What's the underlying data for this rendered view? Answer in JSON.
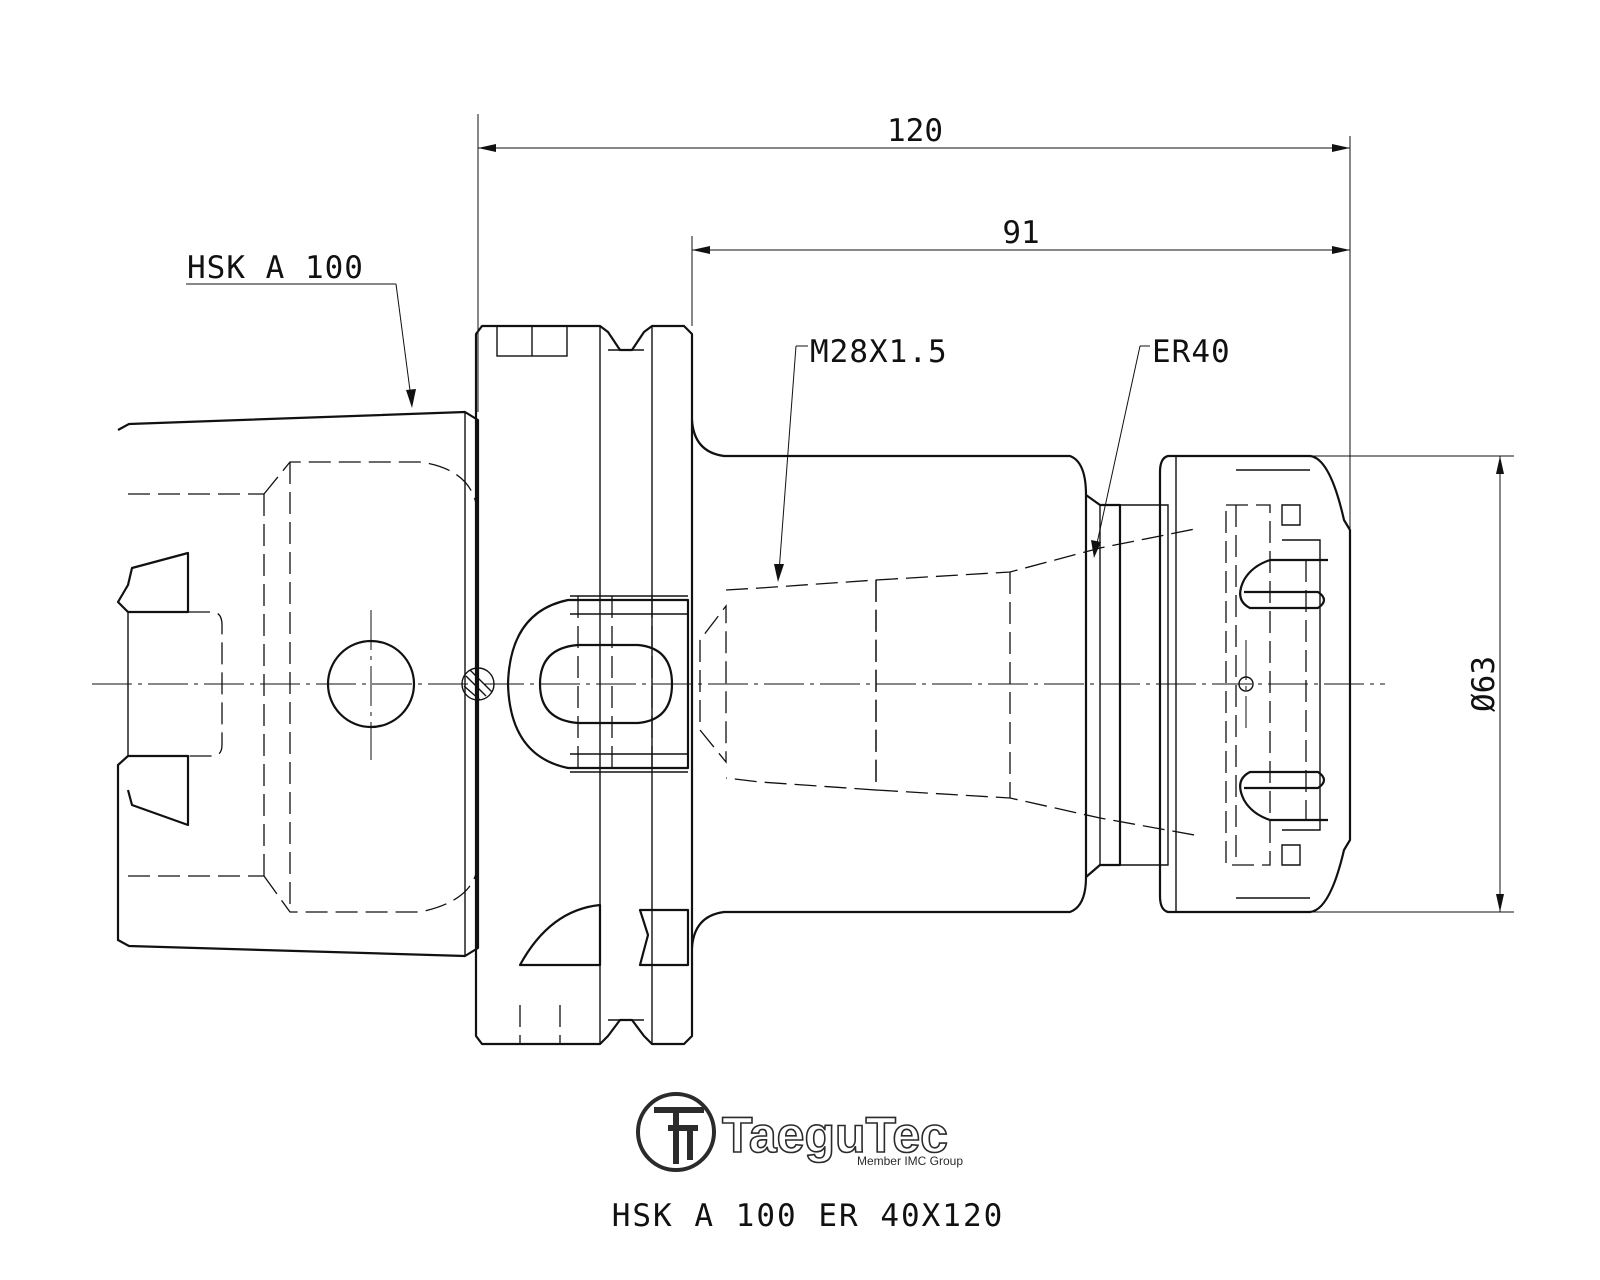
{
  "dimensions": {
    "overall_length": "120",
    "gauge_length": "91",
    "diameter": "Ø63"
  },
  "callouts": {
    "shank": "HSK A 100",
    "thread": "M28X1.5",
    "collet": "ER40"
  },
  "logo": {
    "brand": "TaeguTec",
    "tagline": "Member IMC Group"
  },
  "caption": "HSK A 100 ER 40X120"
}
